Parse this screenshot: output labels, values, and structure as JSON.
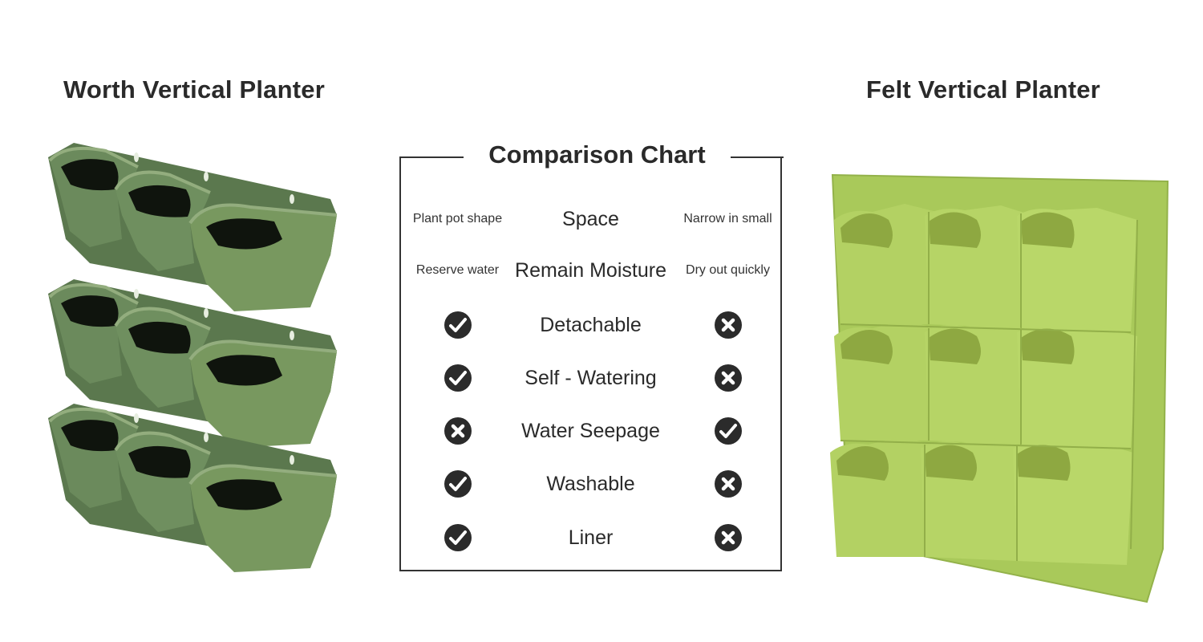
{
  "titles": {
    "left": "Worth Vertical Planter",
    "right": "Felt Vertical Planter"
  },
  "chart": {
    "title": "Comparison Chart",
    "rows": [
      {
        "left": "Plant pot shape",
        "feature": "Space",
        "right": "Narrow in small"
      },
      {
        "left": "Reserve water",
        "feature": "Remain Moisture",
        "right": "Dry out quickly"
      },
      {
        "left": "check",
        "feature": "Detachable",
        "right": "cross"
      },
      {
        "left": "check",
        "feature": "Self - Watering",
        "right": "cross"
      },
      {
        "left": "cross",
        "feature": "Water Seepage",
        "right": "check"
      },
      {
        "left": "check",
        "feature": "Washable",
        "right": "cross"
      },
      {
        "left": "check",
        "feature": "Liner",
        "right": "cross"
      }
    ]
  },
  "colors": {
    "plastic_green": "#5f7d52",
    "felt_green": "#a9c95a",
    "mark_dark": "#2b2b2b"
  }
}
